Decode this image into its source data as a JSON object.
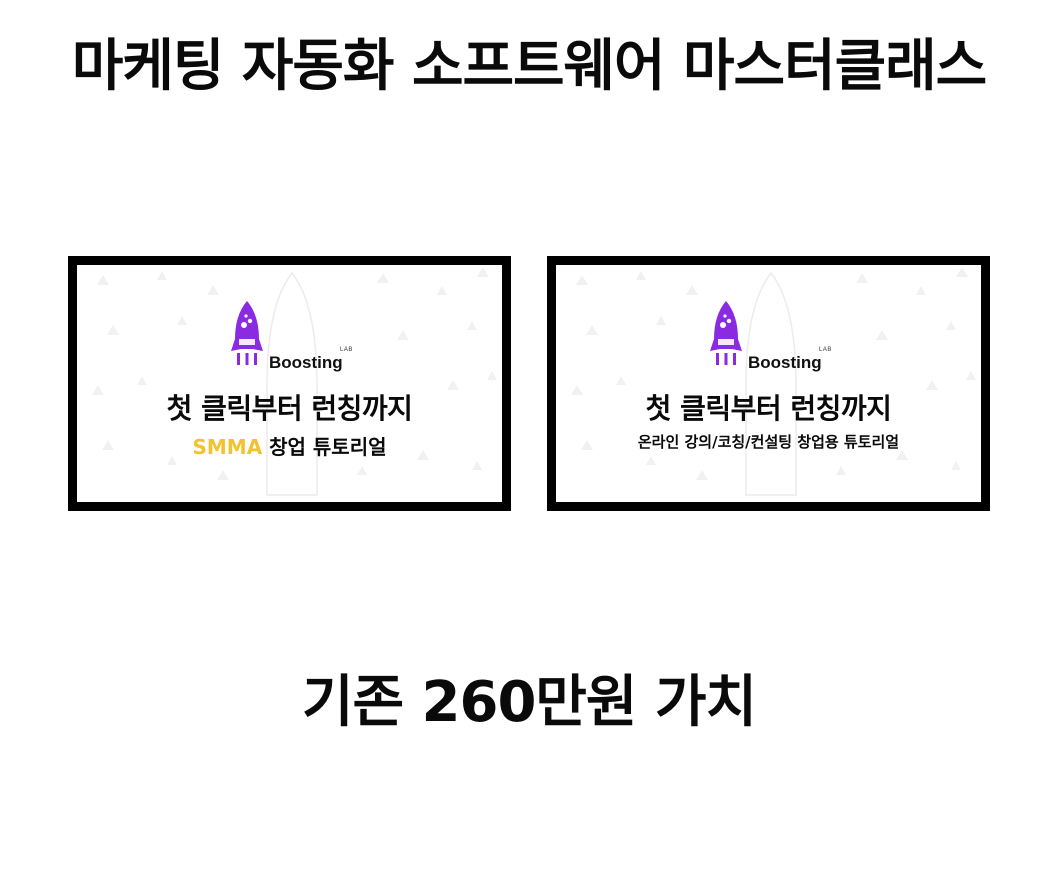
{
  "title": "마케팅 자동화 소프트웨어 마스터클래스",
  "cards": [
    {
      "brand": "Boosting",
      "brand_sup": "LAB",
      "headline": "첫 클릭부터 런칭까지",
      "sub_accent": "SMMA",
      "sub_text": "창업 튜토리얼"
    },
    {
      "brand": "Boosting",
      "brand_sup": "LAB",
      "headline": "첫 클릭부터 런칭까지",
      "sub_text": "온라인 강의/코칭/컨설팅 창업용 튜토리얼"
    }
  ],
  "bottom_title": "기존 260만원 가치",
  "colors": {
    "rocket": "#8a2be2",
    "accent": "#f2c230",
    "frame": "#000000"
  },
  "icons": {
    "logo": "rocket-icon"
  }
}
